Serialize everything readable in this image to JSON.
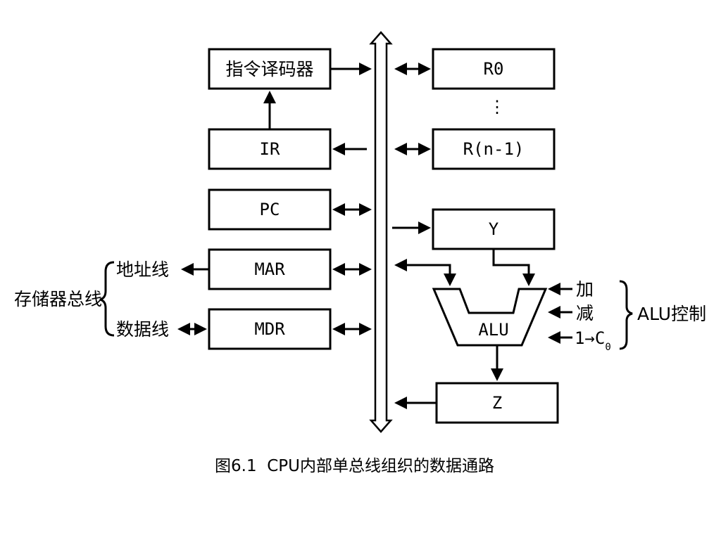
{
  "registers": {
    "decoder": "指令译码器",
    "ir": "IR",
    "pc": "PC",
    "mar": "MAR",
    "mdr": "MDR",
    "r0": "R0",
    "rn": "R(n-1)",
    "ellipsis": "⋮",
    "y": "Y",
    "z": "Z",
    "alu": "ALU"
  },
  "memory_bus": {
    "label": "存储器总线",
    "address_line": "地址线",
    "data_line": "数据线"
  },
  "alu_control": {
    "label": "ALU控制",
    "add": "加",
    "sub": "减",
    "carry_prefix": "1→C",
    "carry_sub": "0"
  },
  "caption": "图6.1  CPU内部单总线组织的数据通路",
  "colors": {
    "stroke": "#000000",
    "background": "#ffffff"
  }
}
